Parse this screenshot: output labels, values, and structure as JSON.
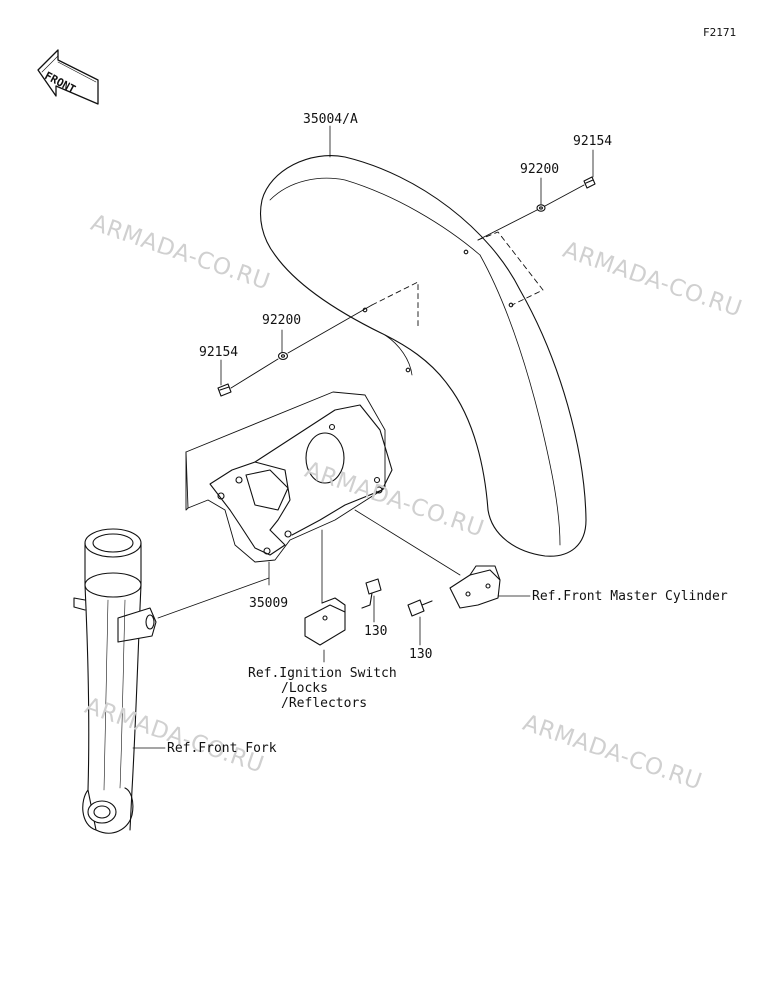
{
  "figure_code": "F2171",
  "front_arrow_label": "FRONT",
  "watermark_text": "ARMADA-CO.RU",
  "parts": {
    "fender": "35004/A",
    "bolt_upper_right": "92154",
    "washer_upper_right": "92200",
    "washer_left": "92200",
    "bolt_left": "92154",
    "bracket": "35009",
    "bolt_130_a": "130",
    "bolt_130_b": "130"
  },
  "references": {
    "front_master_cylinder": "Ref.Front Master Cylinder",
    "ignition_switch_line1": "Ref.Ignition Switch",
    "ignition_switch_line2": "/Locks",
    "ignition_switch_line3": "/Reflectors",
    "front_fork": "Ref.Front Fork"
  },
  "colors": {
    "line": "#111111",
    "watermark": "#d0d0d0"
  }
}
